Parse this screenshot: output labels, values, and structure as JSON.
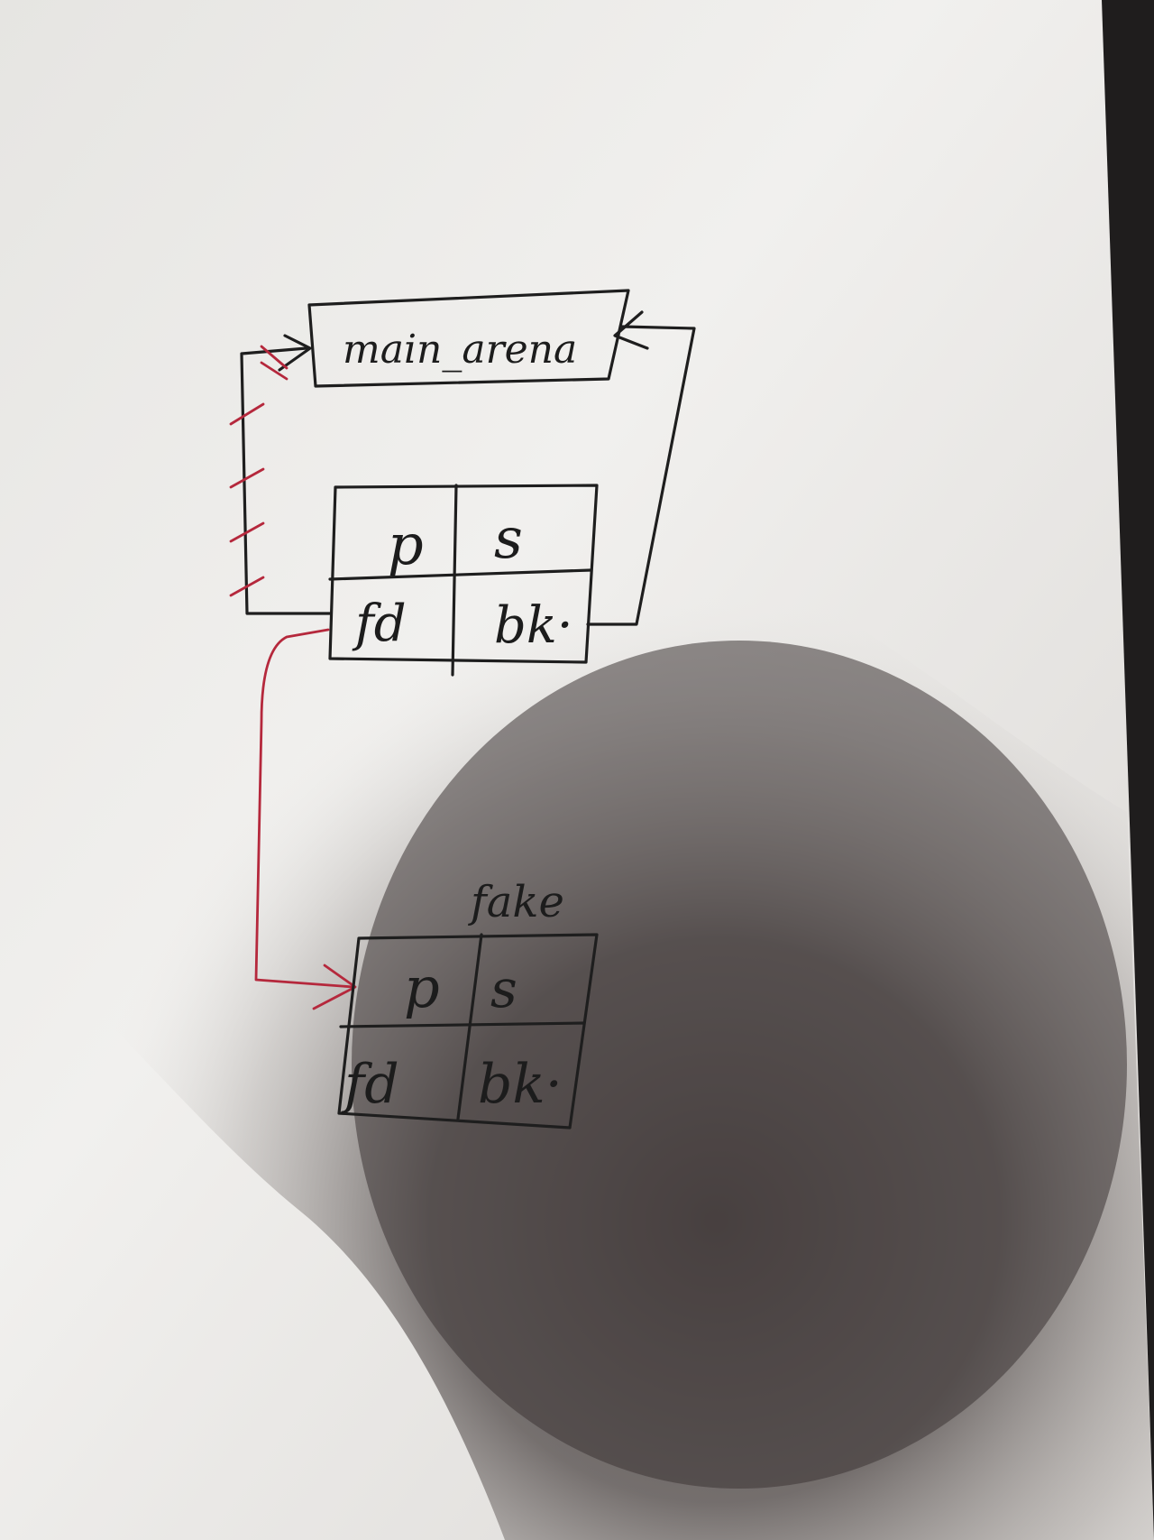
{
  "colors": {
    "paper": "#ecebe8",
    "shadow": "#3a3333",
    "ink": "#1e1e1e",
    "red_ink": "#b5283c",
    "background_edge": "#1f1d1d"
  },
  "nodes": {
    "main_arena": {
      "label": "main_arena"
    },
    "chunk": {
      "cells": {
        "p": "p",
        "s": "s",
        "fd": "fd",
        "bk": "bk·"
      }
    },
    "fake_chunk": {
      "title": "fake",
      "cells": {
        "p": "p",
        "s": "s",
        "fd": "fd",
        "bk": "bk·"
      }
    }
  }
}
